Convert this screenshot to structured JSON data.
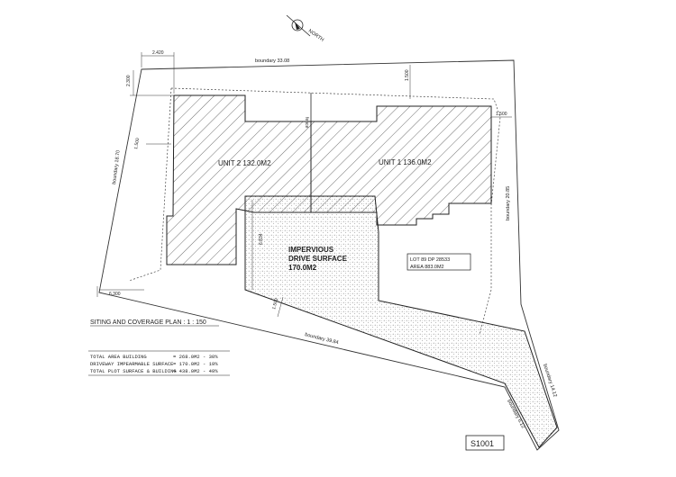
{
  "north": {
    "label": "NORTH"
  },
  "boundaries": {
    "top": "boundary 33.08",
    "left": "boundary 18.70",
    "right": "boundary 20.85",
    "bottom": "boundary 39.84",
    "drive_right": "boundary 14.12",
    "drive_left": "boundary 6.12"
  },
  "dimensions": {
    "d_2420": "2.420",
    "d_2300": "2.300",
    "d_1500_left": "1.500",
    "d_1500_top": "1.500",
    "d_1500_right": "1.500",
    "d_6300": "6.300",
    "d_1500_bottom": "1.500",
    "d_6834": "6.834"
  },
  "labels": {
    "fence": "fence",
    "unit2": "UNIT 2 132.0M2",
    "unit1": "UNIT 1 136.0M2",
    "drive_line1": "IMPERVIOUS",
    "drive_line2": "DRIVE SURFACE",
    "drive_line3": "170.0M2",
    "lot_line1": "LOT 89  DP 28533",
    "lot_line2": "AREA 883.0M2"
  },
  "plan_title": "SITING AND COVERAGE PLAN  :  1 : 150",
  "schedule": [
    {
      "label": "TOTAL AREA BUILDING",
      "value": "=  268.0M2  -  30%"
    },
    {
      "label": "DRIVEWAY IMPEARMABLE SURFACE",
      "value": "=  170.0M2  -  19%"
    },
    {
      "label": "TOTAL PLOT SURFACE & BUILDING",
      "value": "=  438.0M2  -  49%"
    }
  ],
  "sheet_number": "S1001",
  "colors": {
    "ink": "#222222",
    "paper": "#ffffff"
  }
}
